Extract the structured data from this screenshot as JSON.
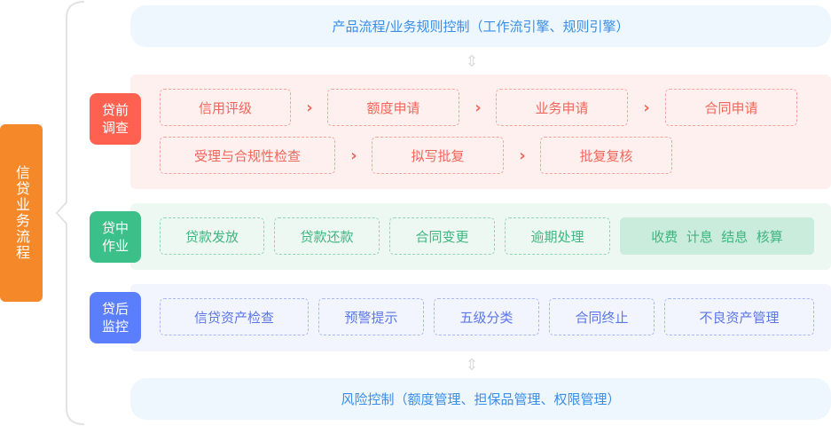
{
  "main_label": "信贷业务流程",
  "top_banner": "产品流程/业务规则控制（工作流引擎、规则引擎）",
  "bottom_banner": "风险控制（额度管理、担保品管理、权限管理）",
  "sections": {
    "pre": {
      "label": "贷前\n调查",
      "row1": [
        "信用评级",
        "额度申请",
        "业务申请",
        "合同申请"
      ],
      "row2": [
        "受理与合规性检查",
        "拟写批复",
        "批复复核"
      ]
    },
    "mid": {
      "label": "贷中\n作业",
      "items": [
        "贷款发放",
        "贷款还款",
        "合同变更",
        "逾期处理",
        "收费  计息  结息  核算"
      ]
    },
    "post": {
      "label": "贷后\n监控",
      "items": [
        "信贷资产检查",
        "预警提示",
        "五级分类",
        "合同终止",
        "不良资产管理"
      ]
    }
  },
  "colors": {
    "orange": "#f5892a",
    "red": "#fe6150",
    "green": "#3cc08a",
    "blue": "#5b7ffc"
  }
}
